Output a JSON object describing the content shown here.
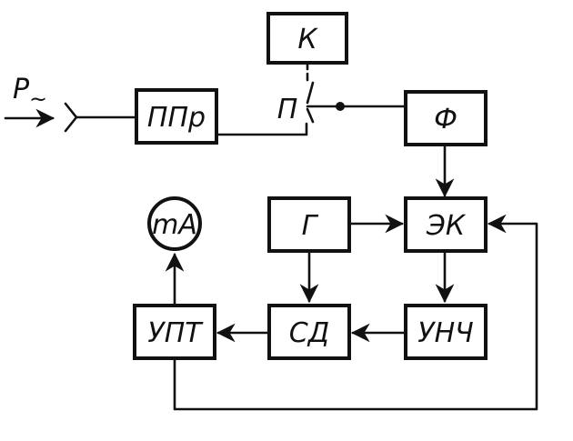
{
  "input_label": "P",
  "input_sublabel": "~",
  "switch_label": "П",
  "blocks": {
    "k": "К",
    "ppr": "ППр",
    "f": "Ф",
    "g": "Г",
    "ek": "ЭК",
    "sd": "СД",
    "upt": "УПТ",
    "unch": "УНЧ",
    "ma": "mA"
  }
}
